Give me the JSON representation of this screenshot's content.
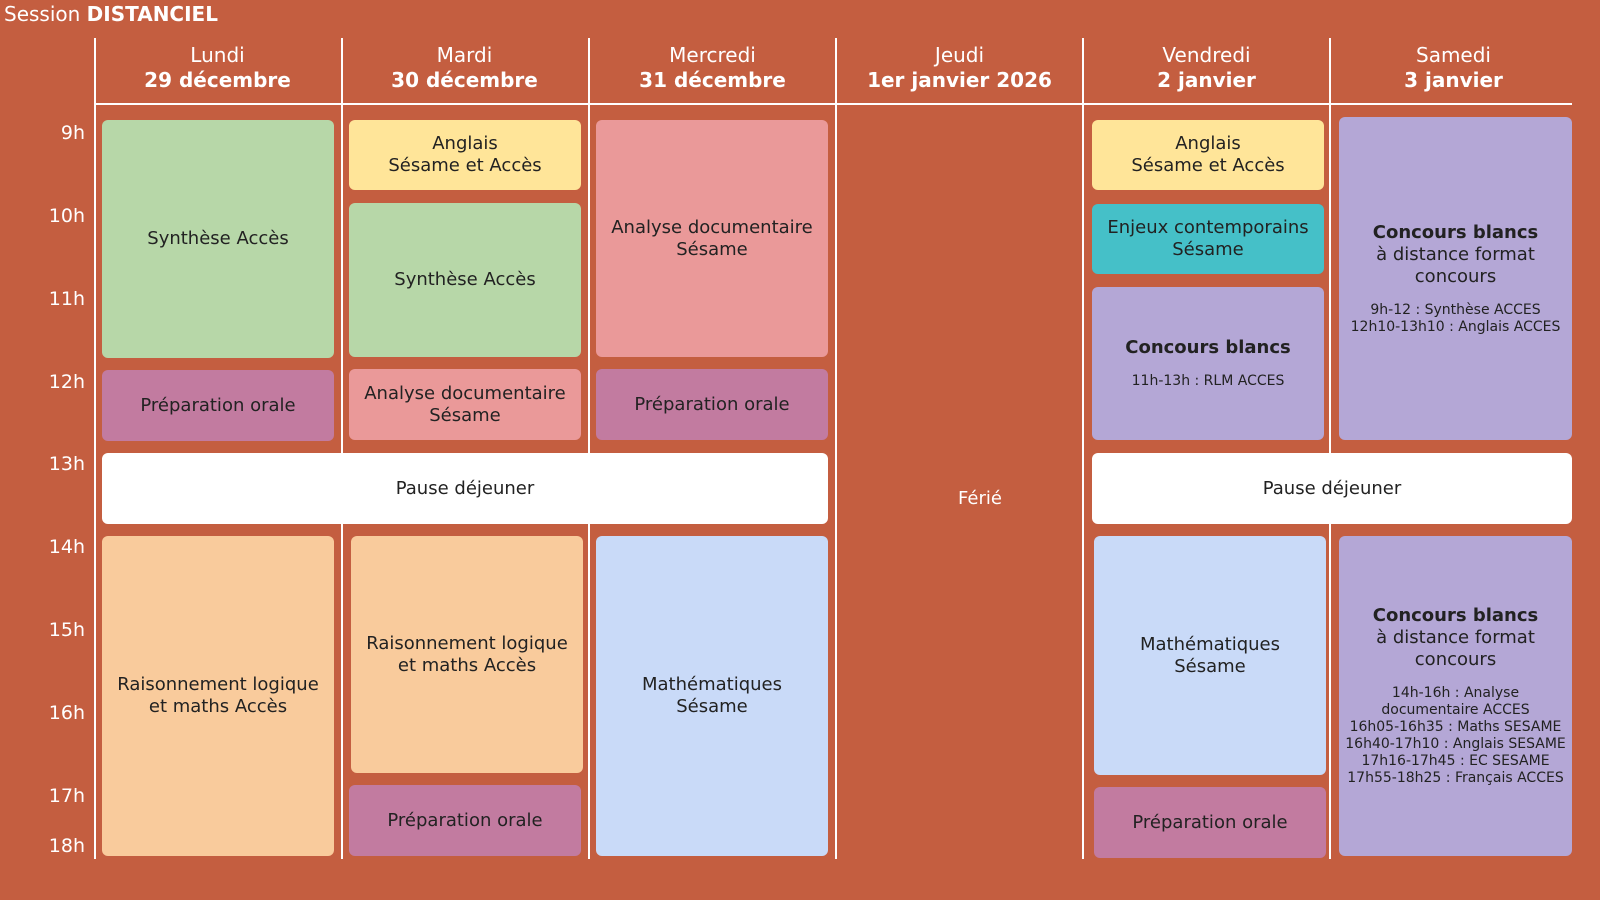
{
  "session": {
    "prefix": "Session",
    "name": "DISTANCIEL"
  },
  "days": [
    {
      "name": "Lundi",
      "date": "29 décembre"
    },
    {
      "name": "Mardi",
      "date": "30 décembre"
    },
    {
      "name": "Mercredi",
      "date": "31 décembre"
    },
    {
      "name": "Jeudi",
      "date": "1er janvier 2026"
    },
    {
      "name": "Vendredi",
      "date": "2 janvier"
    },
    {
      "name": "Samedi",
      "date": "3 janvier"
    }
  ],
  "hours": [
    "9h",
    "10h",
    "11h",
    "12h",
    "13h",
    "14h",
    "15h",
    "16h",
    "17h",
    "18h"
  ],
  "events": {
    "lun_synthese": "Synthèse Accès",
    "lun_prep": "Préparation orale",
    "lun_raison": [
      "Raisonnement logique",
      "et maths Accès"
    ],
    "mar_anglais": [
      "Anglais",
      "Sésame et Accès"
    ],
    "mar_synthese": "Synthèse Accès",
    "mar_analyse": [
      "Analyse documentaire",
      "Sésame"
    ],
    "mar_raison": [
      "Raisonnement logique",
      "et maths Accès"
    ],
    "mar_prep": "Préparation orale",
    "mer_analyse": [
      "Analyse documentaire",
      "Sésame"
    ],
    "mer_prep": "Préparation orale",
    "mer_maths": [
      "Mathématiques",
      "Sésame"
    ],
    "pause_1": "Pause déjeuner",
    "pause_2": "Pause déjeuner",
    "jeu_ferie": "Férié",
    "ven_anglais": [
      "Anglais",
      "Sésame et Accès"
    ],
    "ven_enjeux": [
      "Enjeux contemporains",
      "Sésame"
    ],
    "ven_concours": {
      "title": "Concours blancs",
      "details": [
        "11h-13h : RLM ACCES"
      ]
    },
    "ven_maths": [
      "Mathématiques",
      "Sésame"
    ],
    "ven_prep": "Préparation orale",
    "sam_concours_1": {
      "title": "Concours blancs",
      "sub": [
        "à distance format",
        "concours"
      ],
      "details": [
        "9h-12 : Synthèse ACCES",
        "12h10-13h10 : Anglais ACCES"
      ]
    },
    "sam_concours_2": {
      "title": "Concours blancs",
      "sub": [
        "à distance format",
        "concours"
      ],
      "details": [
        "14h-16h : Analyse",
        "documentaire ACCES",
        "16h05-16h35 : Maths SESAME",
        "16h40-17h10 : Anglais SESAME",
        "17h16-17h45 : EC SESAME",
        "17h55-18h25 : Français ACCES"
      ]
    }
  },
  "colors": {
    "background": "#C45E40",
    "green": "#B7D7A8",
    "yellow": "#FFE599",
    "pink": "#EA9999",
    "purple": "#C27BA0",
    "lavender": "#B4A7D6",
    "teal": "#45C0C8",
    "peach": "#F9CB9C",
    "blue": "#C9DAF8"
  }
}
